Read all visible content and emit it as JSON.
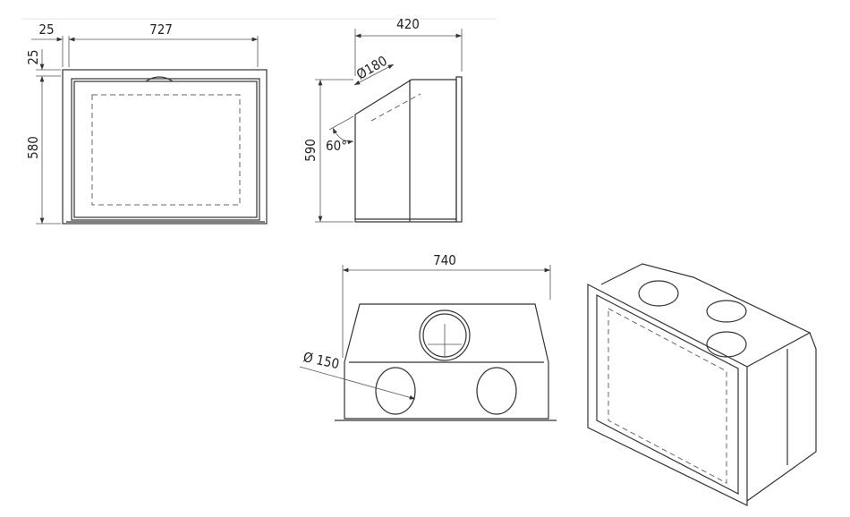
{
  "front_view": {
    "width_label": "727",
    "frame_w_label": "25",
    "frame_h_label": "25",
    "height_label": "580"
  },
  "side_view": {
    "depth_label": "420",
    "height_label": "590",
    "flue_label": "Ø180",
    "angle_label": "60°"
  },
  "top_view": {
    "width_label": "740",
    "outlet_label": "Ø 150"
  },
  "isometric_view": {}
}
